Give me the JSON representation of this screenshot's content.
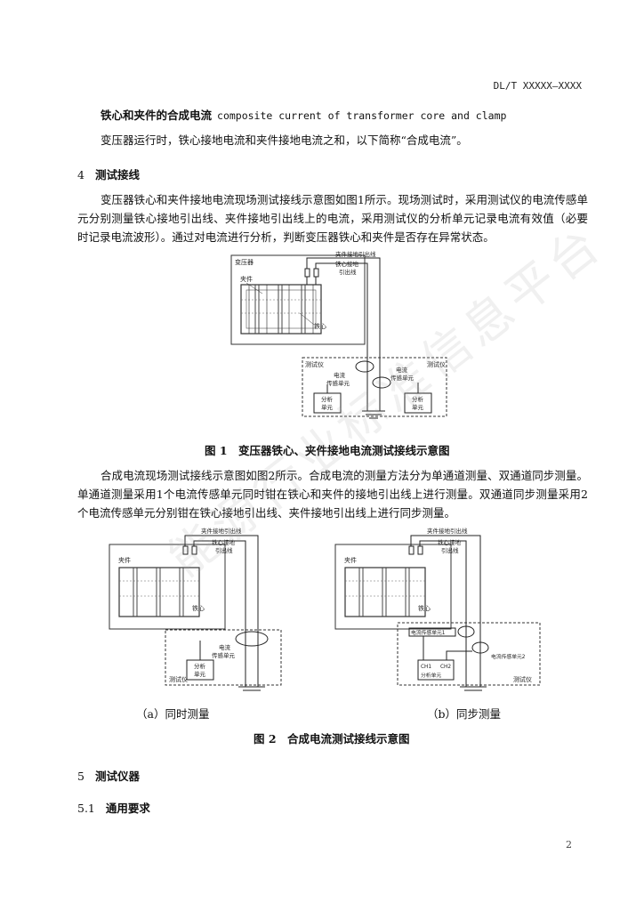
{
  "header": {
    "doc_code": "DL/T XXXXX—XXXX"
  },
  "term": {
    "zh": "铁心和夹件的合成电流",
    "en": "composite current of transformer core and clamp",
    "definition": "变压器运行时，铁心接地电流和夹件接地电流之和，以下简称“合成电流”。"
  },
  "section4": {
    "num": "4",
    "title": "测试接线",
    "para1": "变压器铁心和夹件接地电流现场测试接线示意图如图1所示。现场测试时，采用测试仪的电流传感单元分别测量铁心接地引出线、夹件接地引出线上的电流，采用测试仪的分析单元记录电流有效值（必要时记录电流波形）。通过对电流进行分析，判断变压器铁心和夹件是否存在异常状态。",
    "para2": "合成电流现场测试接线示意图如图2所示。合成电流的测量方法分为单通道测量、双通道同步测量。单通道测量采用1个电流传感单元同时钳在铁心和夹件的接地引出线上进行测量。双通道同步测量采用2个电流传感单元分别钳在铁心接地引出线、夹件接地引出线上进行同步测量。"
  },
  "figure1": {
    "caption": "图 1　变压器铁心、夹件接地电流测试接线示意图",
    "labels": {
      "transformer": "变压器",
      "clamp_lead": "夹件接地引出线",
      "core_lead_1": "铁心接地",
      "core_lead_2": "引出线",
      "clamp": "夹件",
      "core": "铁心",
      "tester": "测试仪",
      "sensor_1": "电流",
      "sensor_2": "传感单元",
      "analysis_1": "分析",
      "analysis_2": "单元"
    }
  },
  "figure2": {
    "caption": "图 2　合成电流测试接线示意图",
    "sub_a": "（a）同时测量",
    "sub_b": "（b）同步测量",
    "labels": {
      "clamp_lead": "夹件接地引出线",
      "core_lead_1": "铁心接地",
      "core_lead_2": "引出线",
      "clamp": "夹件",
      "core": "铁心",
      "tester": "测试仪",
      "sensor_1": "电流",
      "sensor_2": "传感单元",
      "analysis_1": "分析",
      "analysis_2": "单元",
      "sensor_unit_1": "电流传感单元1",
      "sensor_unit_2": "电流传感单元2",
      "ch1": "CH1",
      "ch2": "CH2",
      "analysis_unit": "分析单元"
    }
  },
  "section5": {
    "num": "5",
    "title": "测试仪器"
  },
  "section51": {
    "num": "5.1",
    "title": "通用要求"
  },
  "page_number": "2",
  "watermark": "能源行业标准信息平台"
}
